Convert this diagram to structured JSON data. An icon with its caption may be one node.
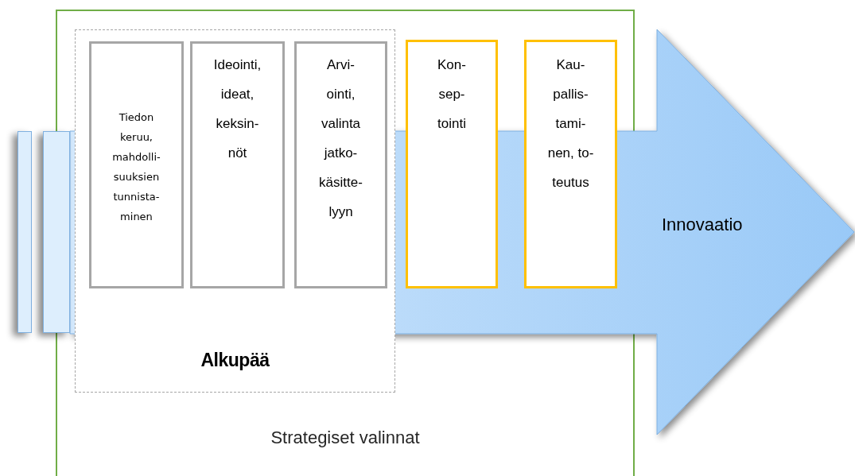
{
  "diagram": {
    "nodes": [
      {
        "text": [
          "Strategiset valinnat"
        ]
      },
      {
        "text": [
          "Alkupää"
        ],
        "in": 0
      },
      {
        "text": [
          "Tiedon keruu, mahdolli- suuksien tunnista- minen"
        ],
        "in": 1
      },
      {
        "text": [
          "Ideointi, ideat, keksin- nöt"
        ],
        "in": 1
      },
      {
        "text": [
          "Arvi- ointi, valinta jatko- käsitte- lyyn"
        ],
        "in": 1
      },
      {
        "text": [
          "Kon- sep- tointi"
        ],
        "in": 0
      },
      {
        "text": [
          "Kau- pallis- tami- nen, to- teutus"
        ],
        "in": 0
      },
      {
        "text": [
          "Innovaatio"
        ]
      },
      {
        "text": [],
        "shape": "bar"
      },
      {
        "text": [],
        "shape": "bar"
      }
    ]
  }
}
